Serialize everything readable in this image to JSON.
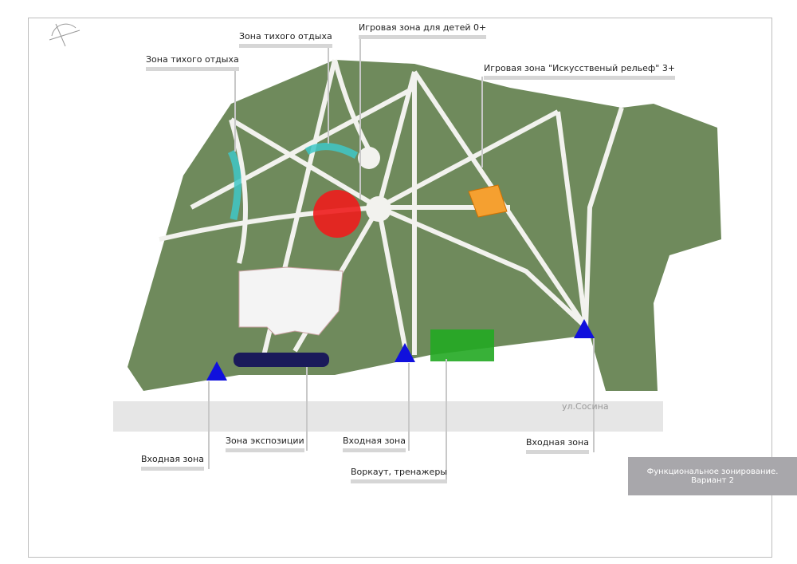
{
  "labels": {
    "quiet_zone_1": "Зона тихого отдыха",
    "quiet_zone_2": "Зона тихого отдыха",
    "kids_zone": "Игровая зона для детей 0+",
    "relief_zone": "Игровая зона \"Искусственый рельеф\" 3+",
    "entrance_1": "Входная зона",
    "exposition": "Зона экспозиции",
    "entrance_2": "Входная зона",
    "workout": "Воркаут, тренажеры",
    "entrance_3": "Входная зона"
  },
  "street": "ул.Сосина",
  "caption": {
    "line1": "Функциональное зонирование.",
    "line2": "Вариант 2"
  },
  "colors": {
    "park": "#6f8a5c",
    "quiet": "#3fc7c7",
    "kids": "#ee1c1c",
    "relief": "#f5a030",
    "workout": "#22a822",
    "entrance": "#1010dd",
    "exposition": "#1a1a5a"
  }
}
